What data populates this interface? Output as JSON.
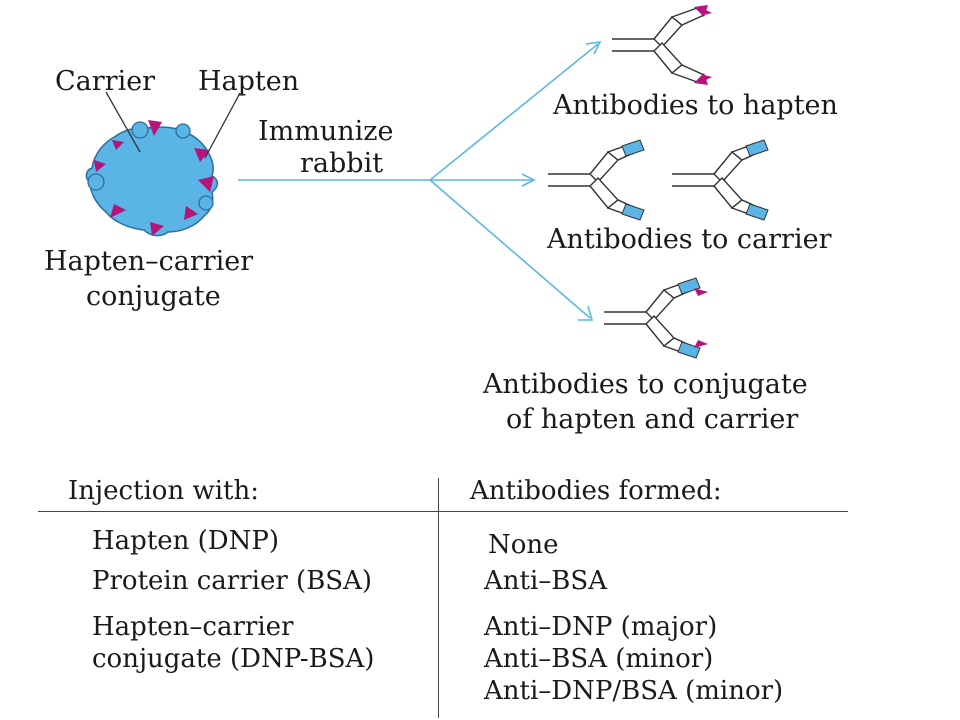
{
  "diagram": {
    "carrier_label": "Carrier",
    "hapten_label": "Hapten",
    "conjugate_label_line1": "Hapten–carrier",
    "conjugate_label_line2": "conjugate",
    "immunize_line1": "Immunize",
    "immunize_line2": "rabbit",
    "out_hapten": "Antibodies to hapten",
    "out_carrier": "Antibodies to carrier",
    "out_conjugate_line1": "Antibodies to conjugate",
    "out_conjugate_line2": "of hapten and carrier",
    "colors": {
      "carrier_fill": "#5bb4e6",
      "hapten": "#b5157a",
      "arrow": "#5cb8e0",
      "antibody_stroke": "#333333"
    }
  },
  "table": {
    "col1_header": "Injection with:",
    "col2_header": "Antibodies formed:",
    "rows": [
      {
        "injection": "Hapten (DNP)",
        "antibodies": "None"
      },
      {
        "injection": "Protein carrier (BSA)",
        "antibodies": "Anti–BSA"
      },
      {
        "injection_line1": "Hapten–carrier",
        "injection_line2": "conjugate (DNP-BSA)",
        "antibodies_line1": "Anti–DNP (major)",
        "antibodies_line2": "Anti–BSA (minor)",
        "antibodies_line3": "Anti–DNP/BSA (minor)"
      }
    ]
  }
}
